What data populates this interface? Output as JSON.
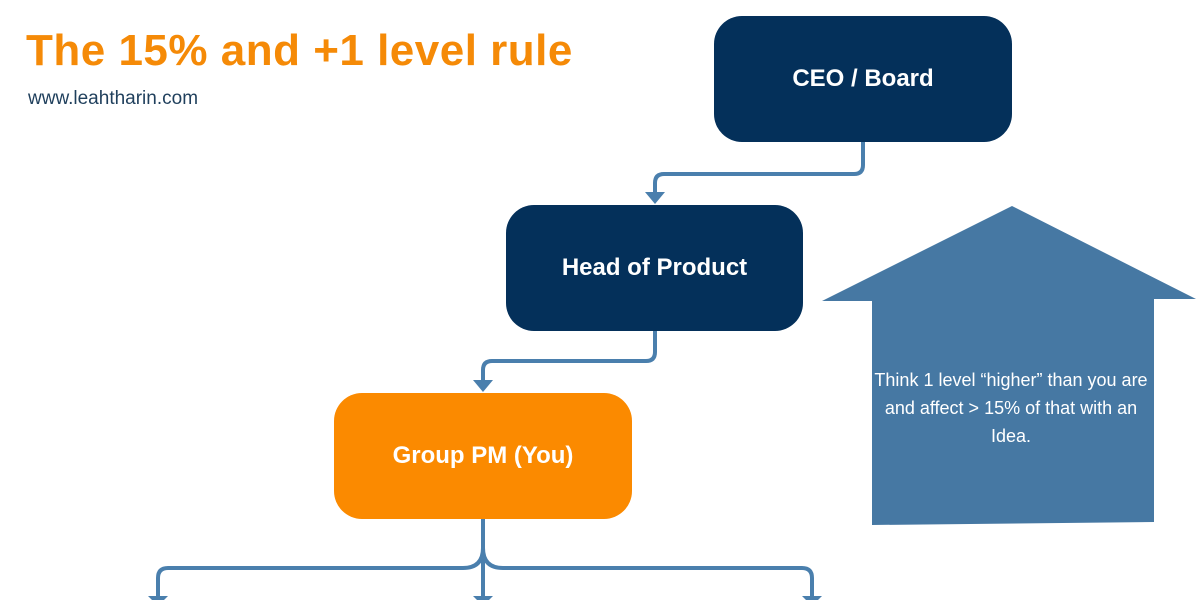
{
  "header": {
    "title": "The 15% and +1 level rule",
    "subtitle": "www.leahtharin.com"
  },
  "org_chart": {
    "nodes": [
      {
        "id": "ceo",
        "label": "CEO / Board"
      },
      {
        "id": "head",
        "label": "Head of Product"
      },
      {
        "id": "gpm",
        "label": "Group PM (You)"
      }
    ]
  },
  "callout": {
    "text": "Think 1 level “higher” than you are and affect  > 15% of that with an Idea."
  },
  "colors": {
    "title": "#f58a07",
    "navy_node": "#04305a",
    "orange_node": "#fb8a00",
    "connector": "#4a7fad",
    "arrow_shape": "#4678a3"
  }
}
